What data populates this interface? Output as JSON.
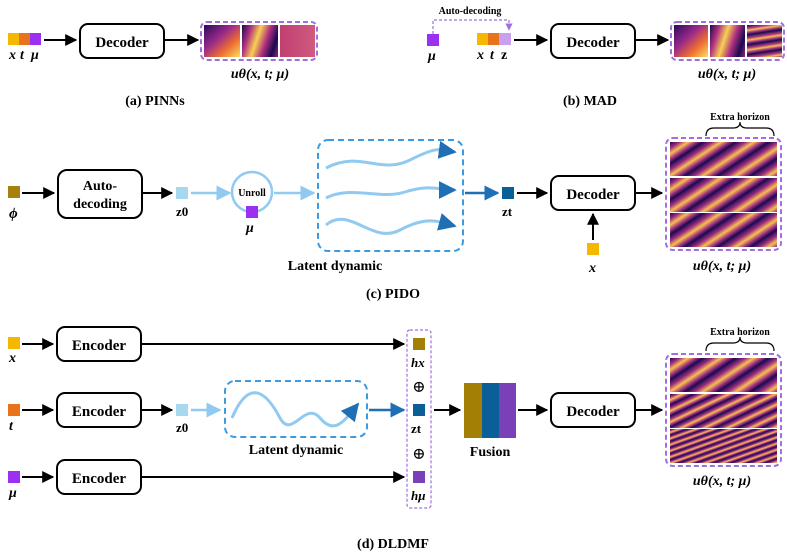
{
  "colors": {
    "x_token": "#f5b800",
    "t_token": "#e8731a",
    "mu_token": "#9b30f0",
    "z_token_light": "#c9a0f0",
    "z0_token": "#a8d8f0",
    "zt_token": "#0b5f99",
    "phi_token": "#a88010",
    "hx_token": "#a38005",
    "hmu_token": "#7a40b8",
    "dashed_purple": "#a070e0",
    "dashed_blue": "#3c9ae0",
    "flow_light": "#90caf0",
    "flow_dark": "#1f6fb5",
    "fusion_c1": "#a38005",
    "fusion_c2": "#0b5f99",
    "fusion_c3": "#7a40b8"
  },
  "panel_a": {
    "caption": "(a) PINNs",
    "inputs": [
      "x",
      "t",
      "μ"
    ],
    "decoder_label": "Decoder",
    "output_label": "uθ(x, t; μ)"
  },
  "panel_b": {
    "caption": "(b) MAD",
    "auto_label": "Auto-decoding",
    "mu_label": "μ",
    "inputs": [
      "x",
      "t",
      "z"
    ],
    "decoder_label": "Decoder",
    "output_label": "uθ(x, t; μ)"
  },
  "panel_c": {
    "caption": "(c) PIDO",
    "phi_label": "ϕ",
    "auto_label_1": "Auto-",
    "auto_label_2": "decoding",
    "z0_label": "z0",
    "unroll_label": "Unroll",
    "mu_label": "μ",
    "latent_label": "Latent dynamic",
    "zt_label": "zt",
    "decoder_label": "Decoder",
    "x_label": "x",
    "extra_horizon": "Extra horizon",
    "output_label": "uθ(x, t; μ)"
  },
  "panel_d": {
    "caption": "(d) DLDMF",
    "encoder_label": "Encoder",
    "x_label": "x",
    "t_label": "t",
    "mu_label": "μ",
    "z0_label": "z0",
    "latent_label": "Latent dynamic",
    "hx_label": "hx",
    "zt_label": "zt",
    "hmu_label": "hμ",
    "plus": "⊕",
    "fusion_label": "Fusion",
    "decoder_label": "Decoder",
    "extra_horizon": "Extra horizon",
    "output_label": "uθ(x, t; μ)"
  }
}
